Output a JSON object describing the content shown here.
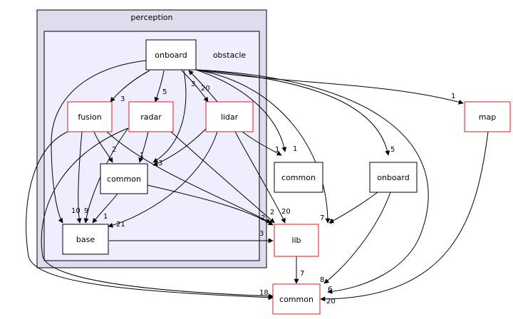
{
  "diagram": {
    "clusters": [
      {
        "id": "perception",
        "label": "perception"
      },
      {
        "id": "obstacle",
        "label": "obstacle"
      }
    ],
    "nodes": [
      {
        "id": "obstacle-onboard",
        "label": "onboard",
        "border": "#000000"
      },
      {
        "id": "fusion",
        "label": "fusion",
        "border": "#e31a1c"
      },
      {
        "id": "radar",
        "label": "radar",
        "border": "#e31a1c"
      },
      {
        "id": "lidar",
        "label": "lidar",
        "border": "#e31a1c"
      },
      {
        "id": "obstacle-common",
        "label": "common",
        "border": "#000000"
      },
      {
        "id": "base",
        "label": "base",
        "border": "#000000"
      },
      {
        "id": "perception-common",
        "label": "common",
        "border": "#000000"
      },
      {
        "id": "perception-onboard",
        "label": "onboard",
        "border": "#000000"
      },
      {
        "id": "map",
        "label": "map",
        "border": "#e31a1c"
      },
      {
        "id": "lib",
        "label": "lib",
        "border": "#e31a1c"
      },
      {
        "id": "root-common",
        "label": "common",
        "border": "#e31a1c"
      }
    ],
    "edge_labels": {
      "onboard_fusion": "3",
      "onboard_radar": "5",
      "onboard_lidar": "20",
      "lidar_onboard": "3",
      "onboard_map": "1",
      "onboard_pcommon": "1",
      "lidar_pcommon": "1",
      "onboard_ponboard": "5",
      "fusion_common": "2",
      "radar_common": "1",
      "common_in": "3",
      "base_in_a": "10",
      "base_in_b": "9",
      "base_in_c": "1",
      "common_base": "1",
      "base_lidar": "21",
      "lib_in_a": "2",
      "lib_in_b": "2",
      "lib_in_c": "20",
      "lib_in_d": "7",
      "base_lib": "3",
      "ponboard_lib": "7",
      "lib_rootcommon": "7",
      "ponboard_rootcommon": "8",
      "rootcommon_a": "6",
      "map_rootcommon": "20",
      "rootcommon_left": "18"
    }
  }
}
